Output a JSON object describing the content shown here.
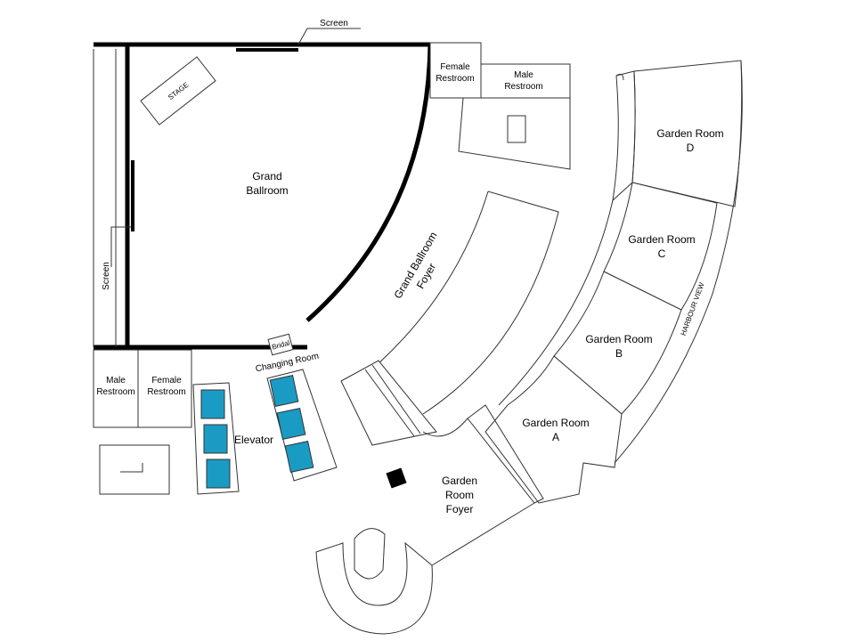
{
  "rooms": {
    "grand_ballroom": [
      "Grand",
      "Ballroom"
    ],
    "grand_ballroom_foyer": [
      "Grand Ballroom",
      "Foyer"
    ],
    "stage": "STAGE",
    "screen_top": "Screen",
    "screen_left": "Screen",
    "female_restroom_top": [
      "Female",
      "Restroom"
    ],
    "male_restroom_top": [
      "Male",
      "Restroom"
    ],
    "male_restroom_bottom": [
      "Male",
      "Restroom"
    ],
    "female_restroom_bottom": [
      "Female",
      "Restroom"
    ],
    "bridal": "Bridal",
    "changing_room": "Changing Room",
    "elevator": "Elevator",
    "garden_room_a": [
      "Garden Room",
      "A"
    ],
    "garden_room_b": [
      "Garden Room",
      "B"
    ],
    "garden_room_c": [
      "Garden Room",
      "C"
    ],
    "garden_room_d": [
      "Garden Room",
      "D"
    ],
    "garden_room_foyer": [
      "Garden",
      "Room",
      "Foyer"
    ],
    "harbour_view": "HARBOUR VIEW"
  },
  "colors": {
    "elevator": "#1a9bc4",
    "walls": "#000000"
  }
}
